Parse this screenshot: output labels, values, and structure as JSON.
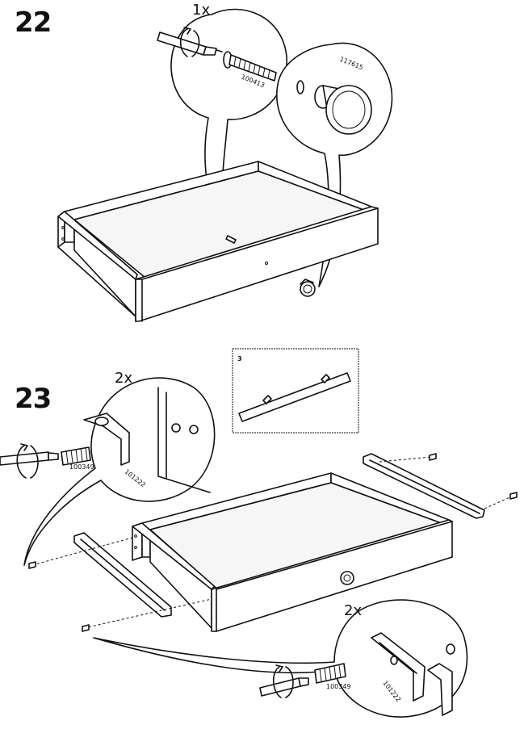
{
  "steps": [
    {
      "number": "22",
      "qty": "1x",
      "parts": [
        "100413",
        "117615"
      ]
    },
    {
      "number": "23",
      "qty_left": "2x",
      "qty_right": "2x",
      "parts_left": [
        "100349",
        "101222"
      ],
      "parts_right": [
        "100349",
        "101222"
      ],
      "reference_page": "3"
    }
  ],
  "icons": {
    "screwdriver": "screwdriver-icon",
    "rotate": "rotate-arrow-icon"
  }
}
